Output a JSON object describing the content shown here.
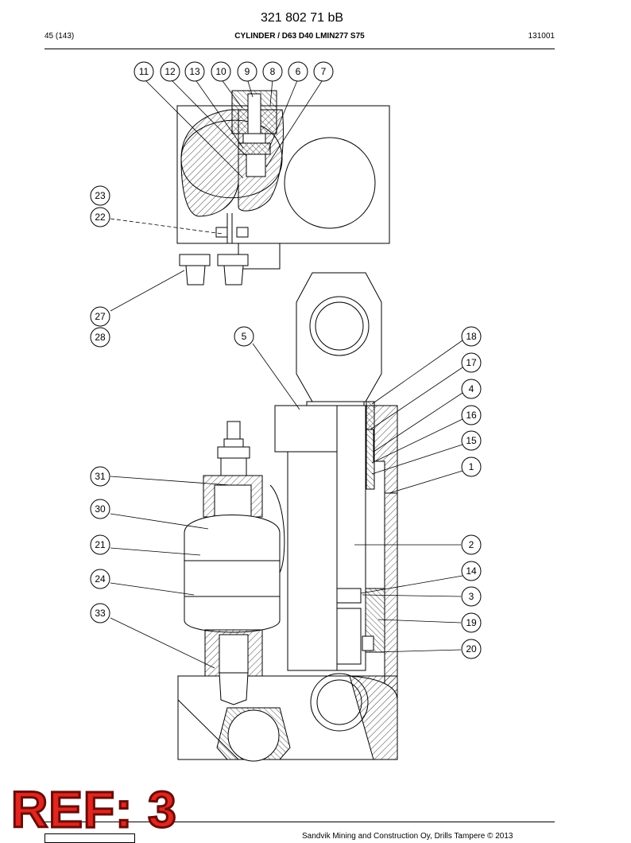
{
  "header": {
    "doc_number": "321 802 71 bB",
    "page": "45 (143)",
    "title": "CYLINDER / D63 D40 LMIN277 S75",
    "date_code": "131001"
  },
  "callouts": [
    "11",
    "12",
    "13",
    "10",
    "9",
    "8",
    "6",
    "7",
    "23",
    "22",
    "27",
    "28",
    "5",
    "18",
    "17",
    "4",
    "16",
    "15",
    "1",
    "31",
    "30",
    "21",
    "24",
    "33",
    "2",
    "14",
    "3",
    "19",
    "20"
  ],
  "stamp": {
    "text": "REF: 3",
    "color": "#e0261f"
  },
  "footer": {
    "copyright": "Sandvik Mining and Construction Oy, Drills Tampere © 2013"
  }
}
